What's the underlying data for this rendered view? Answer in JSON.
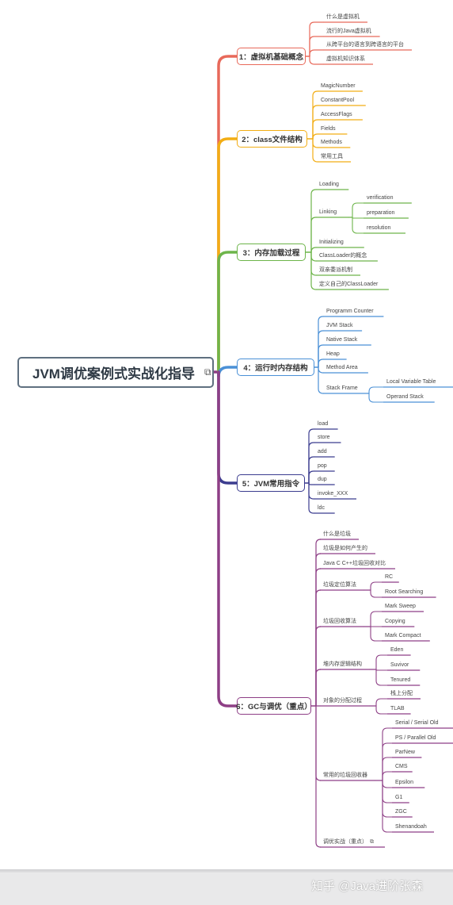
{
  "root": {
    "title": "JVM调优案例式实战化指导",
    "icon": "link-icon"
  },
  "branches": [
    {
      "label": "1：虚拟机基础概念",
      "color": "#e8695a",
      "items": [
        {
          "label": "什么是虚拟机"
        },
        {
          "label": "流行的Java虚拟机"
        },
        {
          "label": "从跨平台的语言到跨语言的平台"
        },
        {
          "label": "虚拟机知识体系"
        }
      ]
    },
    {
      "label": "2：class文件结构",
      "color": "#f2ad14",
      "items": [
        {
          "label": "MagicNumber"
        },
        {
          "label": "ConstantPool"
        },
        {
          "label": "AccessFlags"
        },
        {
          "label": "Fields"
        },
        {
          "label": "Methods"
        },
        {
          "label": "常用工具"
        }
      ]
    },
    {
      "label": "3：内存加载过程",
      "color": "#6db54a",
      "items": [
        {
          "label": "Loading"
        },
        {
          "label": "Linking",
          "children": [
            "verification",
            "preparation",
            "resolution"
          ]
        },
        {
          "label": "Initializing"
        },
        {
          "label": "ClassLoader的概念"
        },
        {
          "label": "双亲委派机制"
        },
        {
          "label": "定义自己的ClassLoader"
        }
      ]
    },
    {
      "label": "4：运行时内存结构",
      "color": "#4a90d6",
      "items": [
        {
          "label": "Programm Counter"
        },
        {
          "label": "JVM Stack"
        },
        {
          "label": "Native Stack"
        },
        {
          "label": "Heap"
        },
        {
          "label": "Method Area"
        },
        {
          "label": "Stack Frame",
          "children": [
            "Local Variable Table",
            "Operand Stack"
          ]
        }
      ]
    },
    {
      "label": "5：JVM常用指令",
      "color": "#3b3c8f",
      "items": [
        {
          "label": "load"
        },
        {
          "label": "store"
        },
        {
          "label": "add"
        },
        {
          "label": "pop"
        },
        {
          "label": "dup"
        },
        {
          "label": "invoke_XXX"
        },
        {
          "label": "ldc"
        }
      ]
    },
    {
      "label": "6：GC与调优（重点）",
      "color": "#8e3f86",
      "items": [
        {
          "label": "什么是垃圾"
        },
        {
          "label": "垃圾是如何产生的"
        },
        {
          "label": "Java C C++垃圾回收对比"
        },
        {
          "label": "垃圾定位算法",
          "children": [
            "RC",
            "Root Searching"
          ]
        },
        {
          "label": "垃圾回收算法",
          "children": [
            "Mark Sweep",
            "Copying",
            "Mark Compact"
          ]
        },
        {
          "label": "堆内存逻辑结构",
          "children": [
            "Eden",
            "Suvivor",
            "Tenured"
          ]
        },
        {
          "label": "对象的分配过程",
          "children": [
            "栈上分配",
            "TLAB"
          ]
        },
        {
          "label": "常用的垃圾回收器",
          "children": [
            "Serial / Serial Old",
            "PS / Parallel Old",
            "ParNew",
            "CMS",
            "Epsilon",
            "G1",
            "ZGC",
            "Shenandoah"
          ]
        },
        {
          "label": "调优实战（重点）",
          "icon": "link-icon"
        }
      ]
    }
  ],
  "watermark": "知乎 @Java进阶张森"
}
